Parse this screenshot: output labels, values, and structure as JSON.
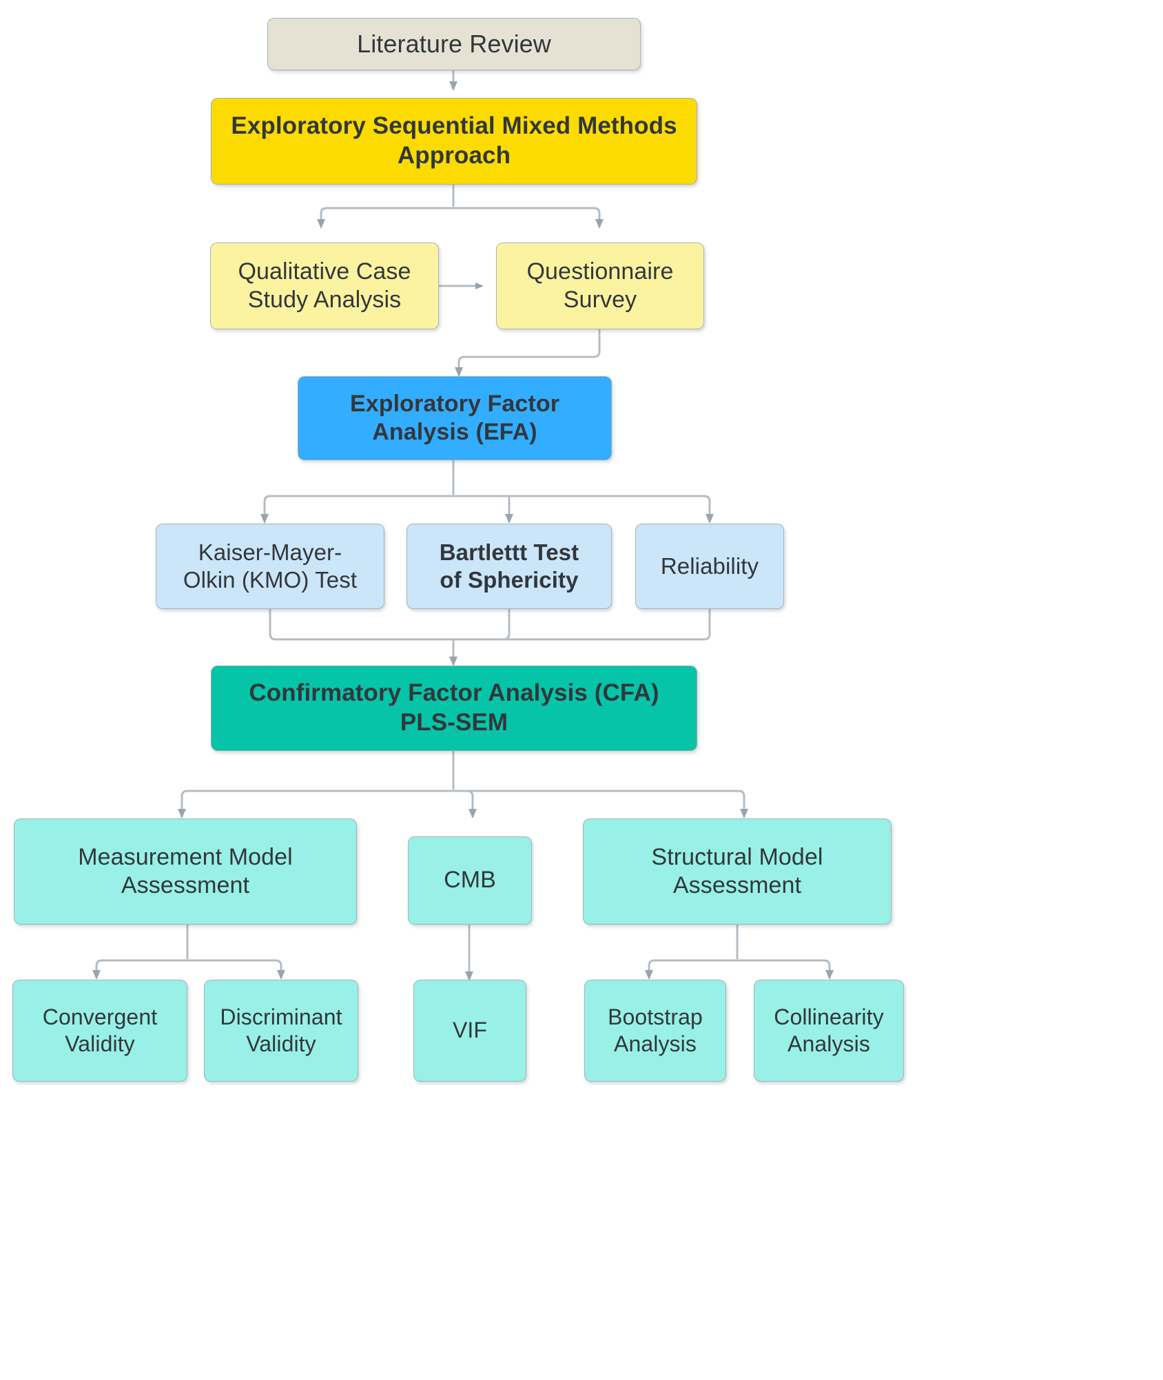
{
  "diagram": {
    "title": "Exploratory Sequential Mixed Methods Research Design Flowchart",
    "background": "#ffffff",
    "edge_color": "#b0b8bf",
    "text_color": "#32373b",
    "palette": {
      "literature": "#e6e2d3",
      "approach": "#fcdb00",
      "qualitative": "#fbf3a0",
      "efa": "#33adff",
      "tests": "#cbe5f9",
      "cfa": "#06c4a8",
      "assessment": "#98f0e6"
    }
  },
  "nodes": {
    "literature_review": {
      "label": "Literature Review"
    },
    "approach": {
      "label": "Exploratory Sequential Mixed Methods\nApproach"
    },
    "qualitative_case_study": {
      "label": "Qualitative Case\nStudy Analysis"
    },
    "questionnaire_survey": {
      "label": "Questionnaire\nSurvey"
    },
    "efa": {
      "label": "Exploratory Factor\nAnalysis (EFA)"
    },
    "kmo_test": {
      "label": "Kaiser-Mayer-\nOlkin (KMO) Test"
    },
    "bartlett_test": {
      "label": "Bartlettt Test\nof Sphericity"
    },
    "reliability": {
      "label": "Reliability"
    },
    "cfa_pls_sem": {
      "label": "Confirmatory Factor Analysis (CFA)\nPLS-SEM"
    },
    "measurement_model": {
      "label": "Measurement Model\nAssessment"
    },
    "cmb": {
      "label": "CMB"
    },
    "structural_model": {
      "label": "Structural Model\nAssessment"
    },
    "convergent_validity": {
      "label": "Convergent\nValidity"
    },
    "discriminant_validity": {
      "label": "Discriminant\nValidity"
    },
    "vif": {
      "label": "VIF"
    },
    "bootstrap_analysis": {
      "label": "Bootstrap\nAnalysis"
    },
    "collinearity_analysis": {
      "label": "Collinearity\nAnalysis"
    }
  },
  "edges": [
    {
      "from": "literature_review",
      "to": "approach"
    },
    {
      "from": "approach",
      "to": "qualitative_case_study"
    },
    {
      "from": "approach",
      "to": "questionnaire_survey"
    },
    {
      "from": "qualitative_case_study",
      "to": "questionnaire_survey"
    },
    {
      "from": "questionnaire_survey",
      "to": "efa"
    },
    {
      "from": "efa",
      "to": "kmo_test"
    },
    {
      "from": "efa",
      "to": "bartlett_test"
    },
    {
      "from": "efa",
      "to": "reliability"
    },
    {
      "from": "kmo_test",
      "to": "cfa_pls_sem"
    },
    {
      "from": "bartlett_test",
      "to": "cfa_pls_sem"
    },
    {
      "from": "reliability",
      "to": "cfa_pls_sem"
    },
    {
      "from": "cfa_pls_sem",
      "to": "measurement_model"
    },
    {
      "from": "cfa_pls_sem",
      "to": "cmb"
    },
    {
      "from": "cfa_pls_sem",
      "to": "structural_model"
    },
    {
      "from": "measurement_model",
      "to": "convergent_validity"
    },
    {
      "from": "measurement_model",
      "to": "discriminant_validity"
    },
    {
      "from": "cmb",
      "to": "vif"
    },
    {
      "from": "structural_model",
      "to": "bootstrap_analysis"
    },
    {
      "from": "structural_model",
      "to": "collinearity_analysis"
    }
  ]
}
